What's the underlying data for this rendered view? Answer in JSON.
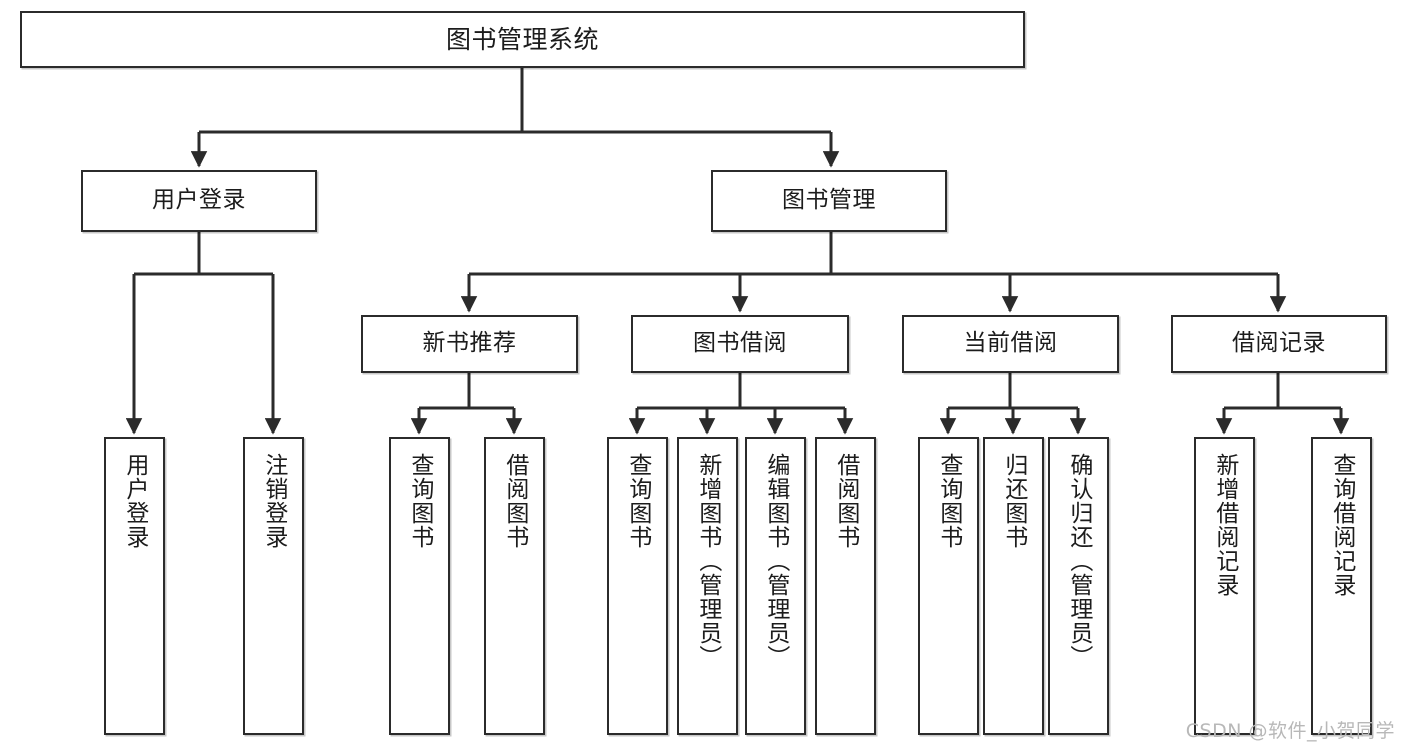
{
  "diagram": {
    "type": "tree",
    "title": "图书管理系统",
    "orientation": "top-down",
    "line_color": "#2b2b2b",
    "box_fill": "#ffffff",
    "text_color": "#1c1c1c",
    "levels": 4
  },
  "nodes": {
    "root": {
      "label": "图书管理系统"
    },
    "level2": [
      {
        "label": "用户登录"
      },
      {
        "label": "图书管理"
      }
    ],
    "level3": [
      {
        "label": "新书推荐"
      },
      {
        "label": "图书借阅"
      },
      {
        "label": "当前借阅"
      },
      {
        "label": "借阅记录"
      }
    ],
    "leaves": {
      "user_login": [
        {
          "label": "用户登录"
        },
        {
          "label": "注销登录"
        }
      ],
      "new_book_recommend": [
        {
          "label": "查询图书"
        },
        {
          "label": "借阅图书"
        }
      ],
      "book_borrow": [
        {
          "label": "查询图书"
        },
        {
          "label": "新增图书（管理员）"
        },
        {
          "label": "编辑图书（管理员）"
        },
        {
          "label": "借阅图书"
        }
      ],
      "current_borrow": [
        {
          "label": "查询图书"
        },
        {
          "label": "归还图书"
        },
        {
          "label": "确认归还（管理员）"
        }
      ],
      "borrow_record": [
        {
          "label": "新增借阅记录"
        },
        {
          "label": "查询借阅记录"
        }
      ]
    }
  },
  "watermark": {
    "text": "CSDN @软件_小贺同学"
  }
}
